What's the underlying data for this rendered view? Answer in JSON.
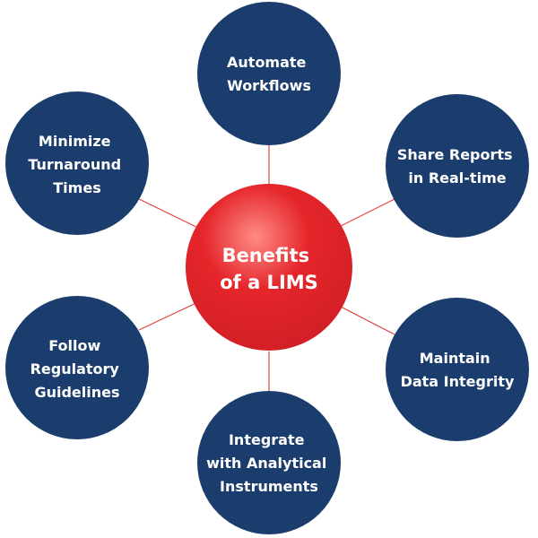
{
  "colors": {
    "node_fill": "#1b3d6e",
    "center_fill": "#e5262b",
    "center_highlight": "#ff8b86",
    "connector": "#e0443f",
    "text": "#ffffff"
  },
  "center": {
    "lines": [
      "Benefits",
      "of a LIMS"
    ]
  },
  "nodes": [
    {
      "id": "automate-workflows",
      "lines": [
        "Automate",
        "Workflows"
      ]
    },
    {
      "id": "share-reports",
      "lines": [
        "Share Reports",
        "in Real-time"
      ]
    },
    {
      "id": "maintain-data-integrity",
      "lines": [
        "Maintain",
        "Data Integrity"
      ]
    },
    {
      "id": "integrate-instruments",
      "lines": [
        "Integrate",
        "with Analytical",
        "Instruments"
      ]
    },
    {
      "id": "follow-guidelines",
      "lines": [
        "Follow",
        "Regulatory",
        "Guidelines"
      ]
    },
    {
      "id": "minimize-turnaround",
      "lines": [
        "Minimize",
        "Turnaround",
        "Times"
      ]
    }
  ]
}
